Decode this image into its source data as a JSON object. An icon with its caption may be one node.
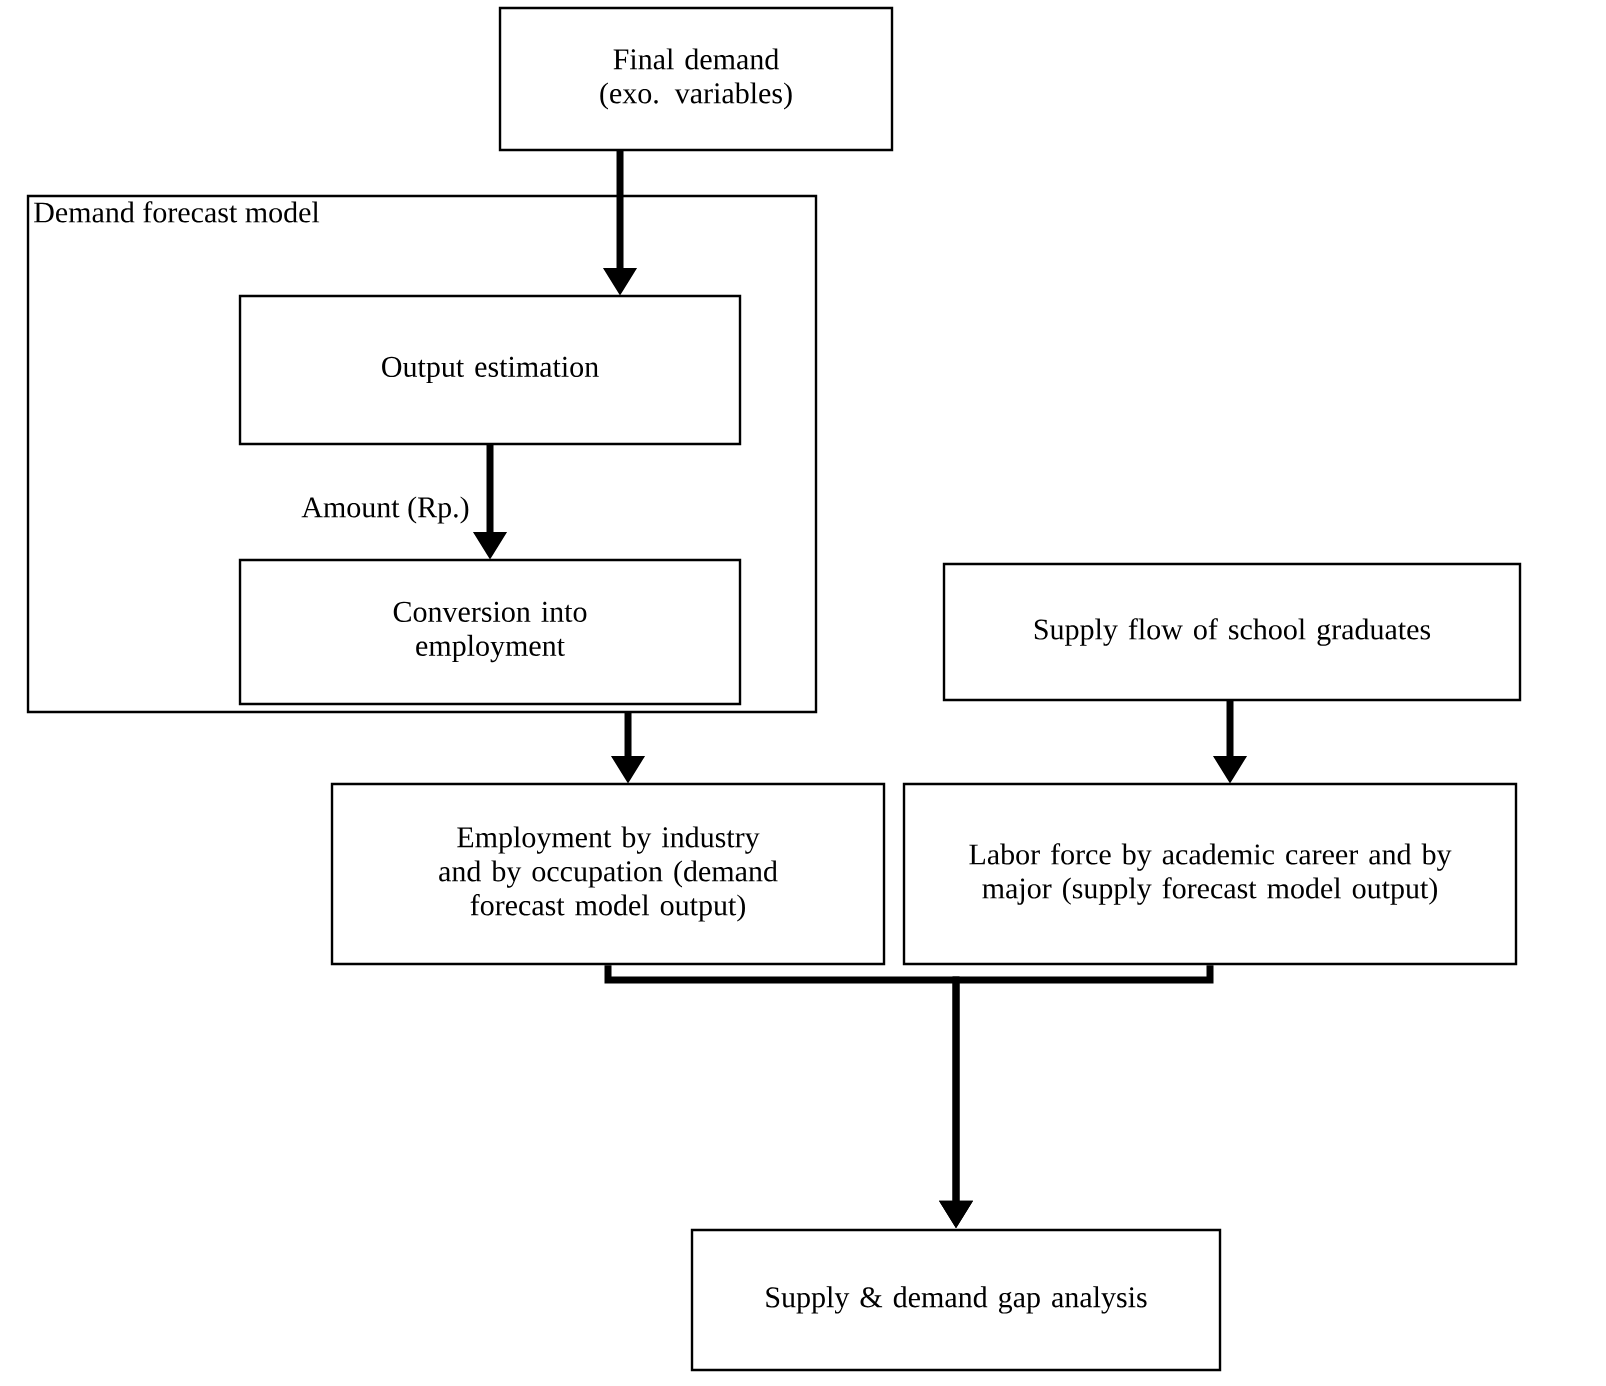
{
  "diagram": {
    "nodes": [
      {
        "text": [
          "Final demand (exo. variables)"
        ]
      },
      {
        "text": [
          "Demand forecast model"
        ]
      },
      {
        "text": [
          "Output estimation"
        ],
        "in": 1
      },
      {
        "text": [
          "Conversion into employment"
        ],
        "in": 1
      },
      {
        "text": [
          "Supply flow of school graduates"
        ]
      },
      {
        "text": [
          "Employment by industry and by occupation (demand forecast model output)"
        ]
      },
      {
        "text": [
          "Labor force by academic career and by major (supply forecast model output)"
        ]
      },
      {
        "text": [
          "Supply & demand gap analysis"
        ]
      }
    ],
    "edges": [
      {
        "from": 0,
        "to": 2,
        "arrow": "to"
      },
      {
        "from": 2,
        "to": 3,
        "arrow": "to",
        "label": "Amount (Rp.)"
      },
      {
        "from": 1,
        "to": 5,
        "arrow": "to"
      },
      {
        "from": 4,
        "to": 6,
        "arrow": "to"
      },
      {
        "from": 5,
        "to": 7,
        "arrow": "to"
      },
      {
        "from": 6,
        "to": 7,
        "arrow": "to"
      }
    ]
  }
}
